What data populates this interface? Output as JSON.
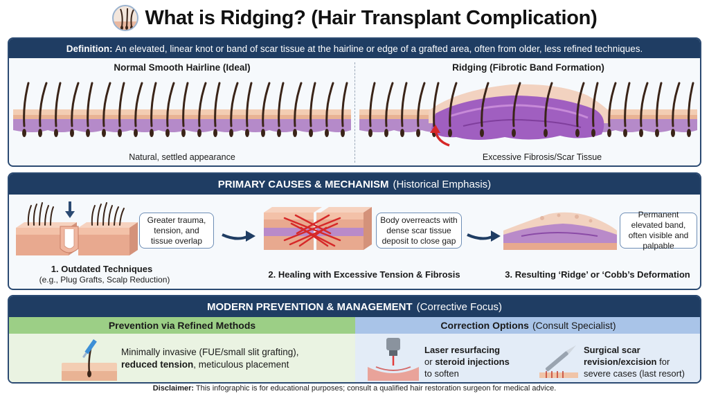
{
  "header": {
    "title": "What is Ridging? (Hair Transplant Complication)",
    "icon": "hair-follicle-icon"
  },
  "definition": {
    "label": "Definition:",
    "text": "An elevated, linear knot or band of scar tissue at the hairline or edge of a grafted area, often from older, less refined techniques."
  },
  "comparison": {
    "left_title": "Normal Smooth Hairline (Ideal)",
    "left_caption": "Natural, settled appearance",
    "right_title": "Ridging (Fibrotic Band Formation)",
    "right_caption": "Excessive Fibrosis/Scar Tissue"
  },
  "causes": {
    "title_bold": "PRIMARY CAUSES & MECHANISM",
    "title_light": "(Historical Emphasis)",
    "steps": [
      {
        "label": "1. Outdated Techniques",
        "sub": "(e.g., Plug Grafts, Scalp Reduction)",
        "callout": "Greater trauma, tension, and tissue overlap"
      },
      {
        "label": "2. Healing with Excessive Tension & Fibrosis",
        "callout": "Body overreacts with dense scar tissue deposit to close gap"
      },
      {
        "label": "3. Resulting ‘Ridge’ or ‘Cobb’s Deformation",
        "callout": "Permanent elevated band, often visible and palpable"
      }
    ]
  },
  "prevention": {
    "title_bold": "MODERN PREVENTION & MANAGEMENT",
    "title_light": "(Corrective Focus)",
    "left_head": "Prevention via Refined Methods",
    "left_text_1": "Minimally invasive (FUE/small slit grafting),",
    "left_text_bold": "reduced tension",
    "left_text_2": ", meticulous placement",
    "right_head_bold": "Correction Options",
    "right_head_light": "(Consult Specialist)",
    "opt1_bold_a": "Laser resurfacing",
    "opt1_mid": "or",
    "opt1_bold_b": "steroid injections",
    "opt1_tail": "to soften",
    "opt2_bold": "Surgical scar revision/excision",
    "opt2_tail": "for severe cases (last resort)"
  },
  "footer": {
    "label": "Disclaimer:",
    "text": "This infographic is for educational purposes; consult a qualified hair restoration surgeon for medical advice."
  },
  "colors": {
    "navy": "#1f3d63",
    "skin": "#f0c4a8",
    "dermis": "#e8a98f",
    "fat": "#b98ac9",
    "scar": "#9b59b6",
    "arrow_red": "#d62828",
    "green_head": "#9ccf86",
    "blue_head": "#a9c4e8"
  }
}
